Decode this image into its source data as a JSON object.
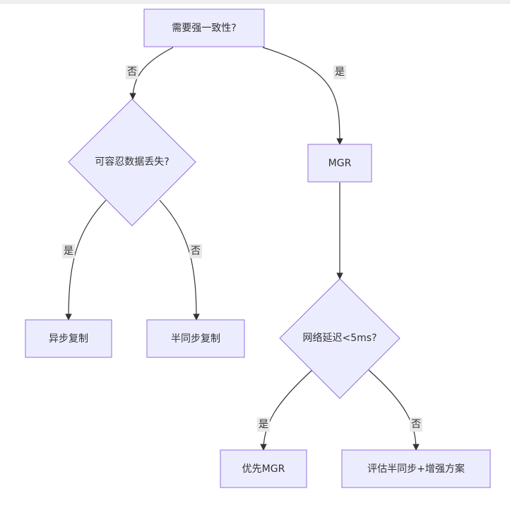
{
  "nodes": {
    "n1": "需要强一致性?",
    "n2": "可容忍数据丢失?",
    "n3": "MGR",
    "n4": "异步复制",
    "n5": "半同步复制",
    "n6": "网络延迟<5ms?",
    "n7": "优先MGR",
    "n8": "评估半同步+增强方案"
  },
  "edges": {
    "n1_n2": "否",
    "n1_n3": "是",
    "n2_n4": "是",
    "n2_n5": "否",
    "n6_n7": "是",
    "n6_n8": "否"
  },
  "colors": {
    "node_fill": "#ececff",
    "node_stroke": "#9370db",
    "edge": "#333333",
    "label_bg": "#e8e8e8"
  }
}
